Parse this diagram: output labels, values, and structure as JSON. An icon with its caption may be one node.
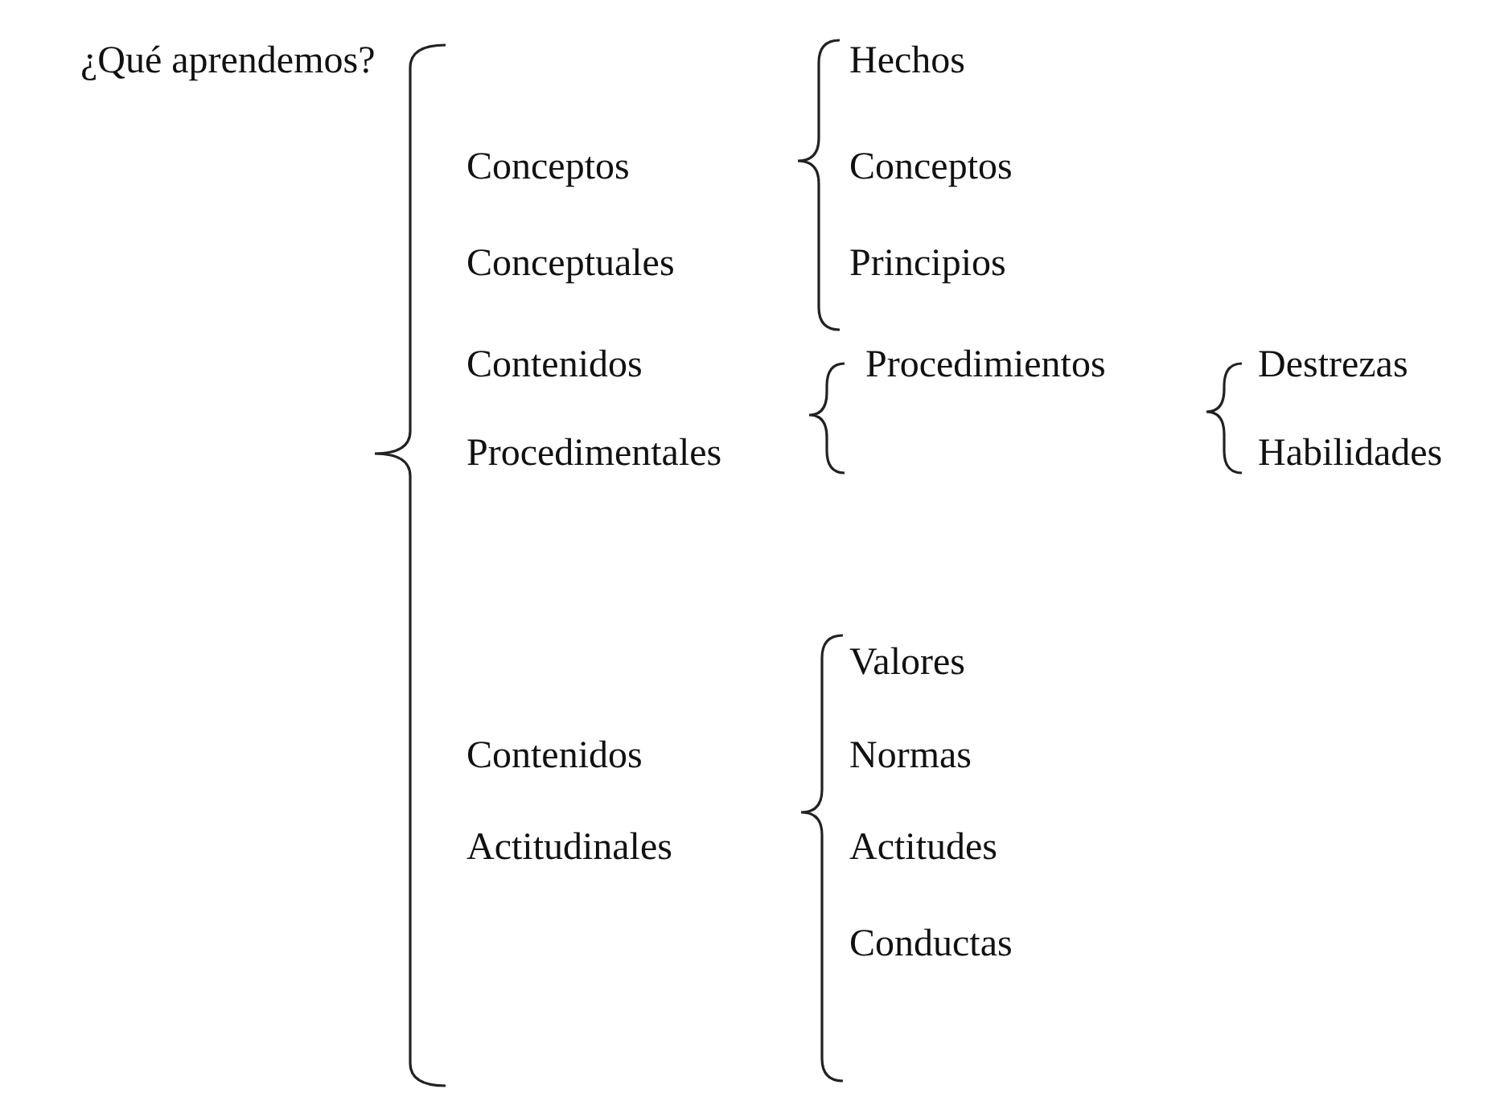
{
  "diagram": {
    "labels": [
      "¿Qué aprendemos?",
      "Hechos",
      "Conceptos",
      "Conceptos",
      "Conceptuales",
      "Principios",
      "Contenidos",
      "Procedimientos",
      "Destrezas",
      "Procedimentales",
      "Habilidades",
      "Valores",
      "Contenidos",
      "Normas",
      "Actitudinales",
      "Actitudes",
      "Conductas"
    ]
  }
}
